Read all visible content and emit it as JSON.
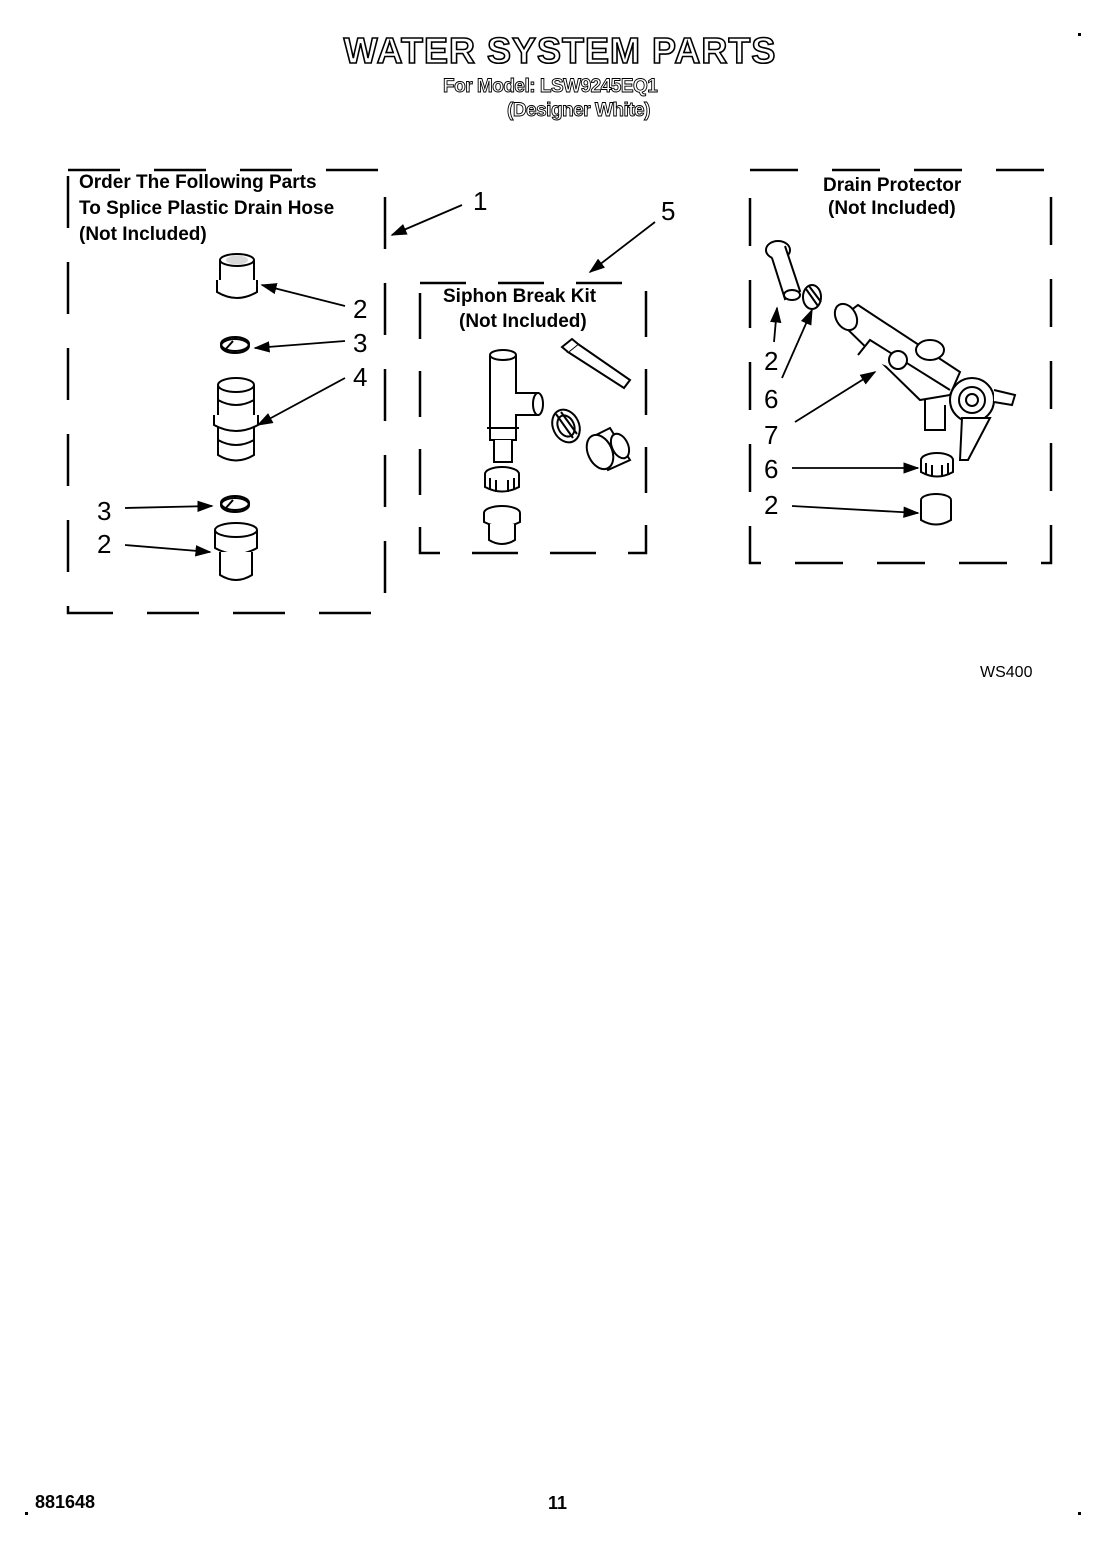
{
  "header": {
    "title": "WATER SYSTEM PARTS",
    "model_line": "For Model: LSW9245EQ1",
    "color_line": "(Designer White)"
  },
  "boxes": {
    "splice": {
      "line1": "Order The Following Parts",
      "line2": "To Splice Plastic Drain Hose",
      "line3": "(Not Included)"
    },
    "siphon": {
      "line1": "Siphon Break Kit",
      "line2": "(Not Included)"
    },
    "drain": {
      "line1": "Drain Protector",
      "line2": "(Not Included)"
    }
  },
  "callouts": {
    "c1": "1",
    "c2a": "2",
    "c3a": "3",
    "c4": "4",
    "c3b": "3",
    "c2b": "2",
    "c5": "5",
    "d2a": "2",
    "d6a": "6",
    "d7": "7",
    "d6b": "6",
    "d2b": "2"
  },
  "illustration_code": "WS400",
  "footer": {
    "doc_number": "881648",
    "page_number": "11"
  }
}
